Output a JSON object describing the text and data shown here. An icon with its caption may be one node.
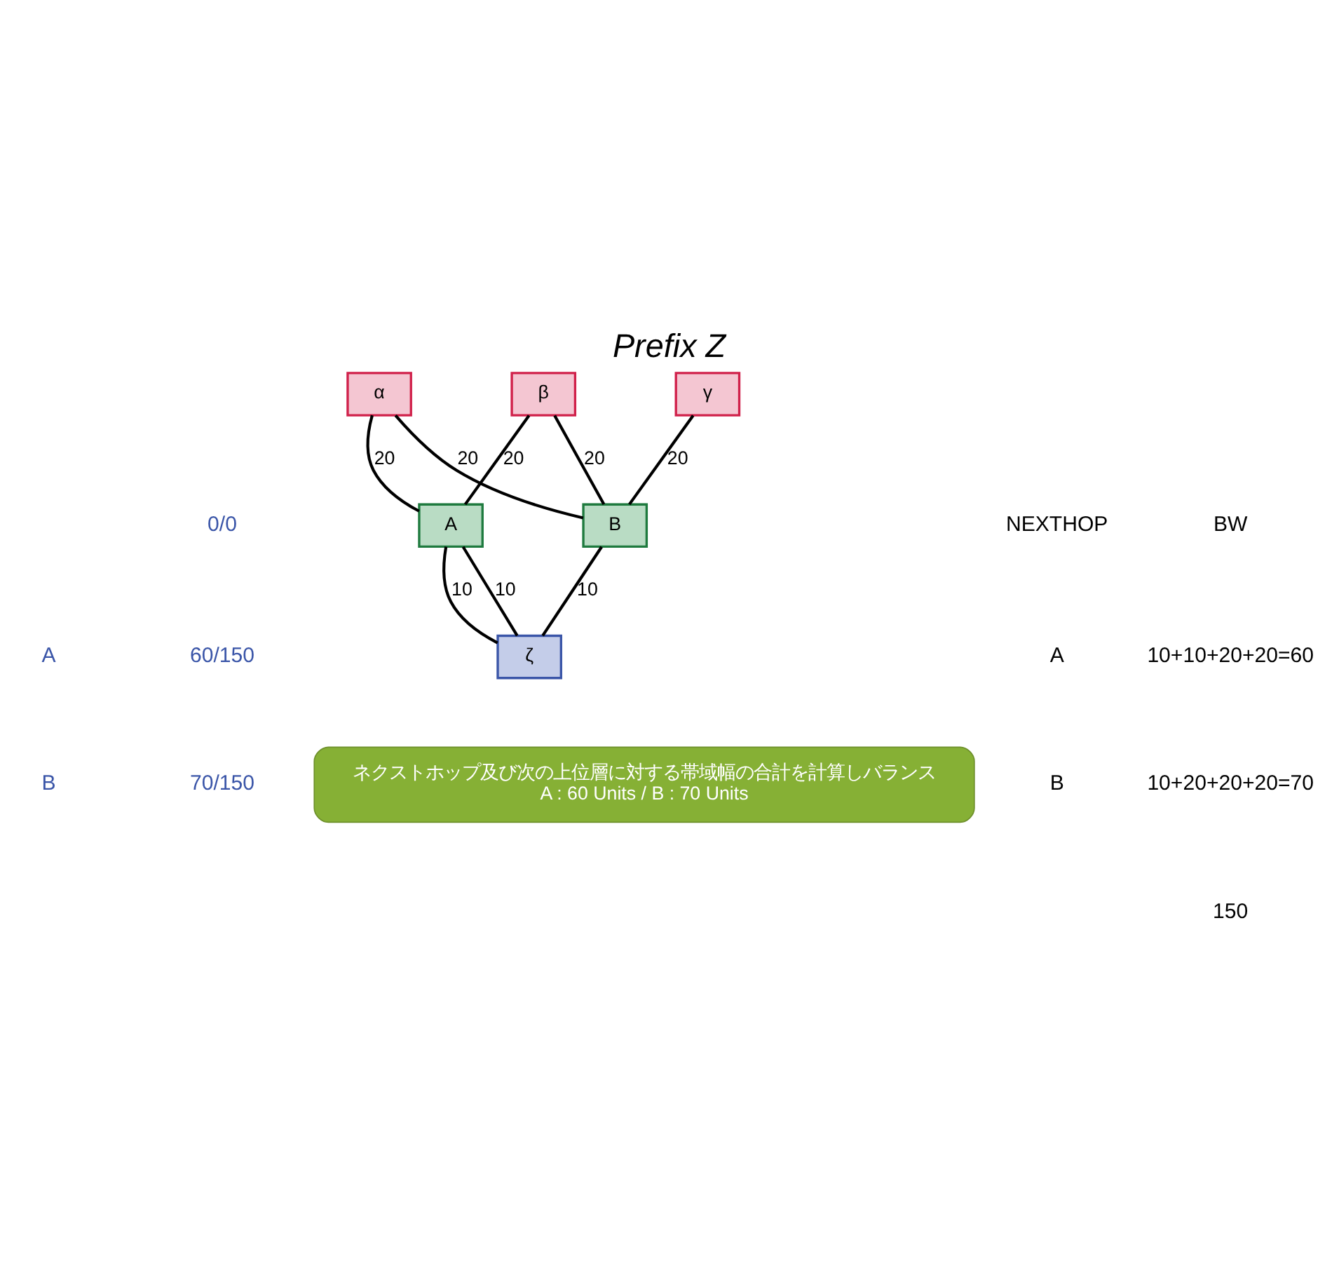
{
  "diagram": {
    "title": "Prefix Z",
    "nodes": [
      {
        "text": [
          "α"
        ]
      },
      {
        "text": [
          "β"
        ]
      },
      {
        "text": [
          "γ"
        ]
      },
      {
        "text": [
          "A"
        ]
      },
      {
        "text": [
          "B"
        ]
      },
      {
        "text": [
          "ζ"
        ]
      },
      {
        "text": [
          "ネクストホップ及び次の上位層に対する帯域幅の合計を計算しバランス",
          "A : 60 Units / B : 70 Units"
        ]
      }
    ],
    "edges": [
      {
        "from": 0,
        "to": 3,
        "arrow": "none",
        "label": "20"
      },
      {
        "from": 0,
        "to": 4,
        "arrow": "none",
        "label": "20"
      },
      {
        "from": 1,
        "to": 3,
        "arrow": "none",
        "label": "20"
      },
      {
        "from": 1,
        "to": 4,
        "arrow": "none",
        "label": "20"
      },
      {
        "from": 2,
        "to": 4,
        "arrow": "none",
        "label": "20"
      },
      {
        "from": 3,
        "to": 5,
        "arrow": "none",
        "label": "10"
      },
      {
        "from": 3,
        "to": 5,
        "arrow": "none",
        "label": "10"
      },
      {
        "from": 4,
        "to": 5,
        "arrow": "none",
        "label": "10"
      }
    ],
    "labels": [
      "NEXTHOP",
      "BW",
      "A",
      "10+10+20+20=60",
      "B",
      "10+20+20+20=70",
      "150",
      "0/0",
      "A",
      "60/150",
      "B",
      "70/150"
    ]
  }
}
